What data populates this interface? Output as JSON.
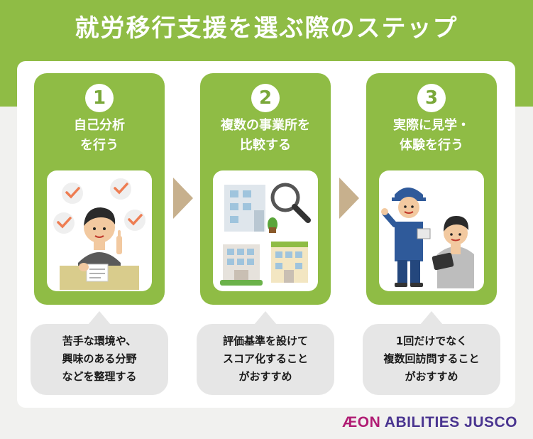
{
  "title": "就労移行支援を選ぶ際のステップ",
  "steps": [
    {
      "number": "1",
      "title_lines": [
        "自己分析",
        "を行う"
      ],
      "illustration": "self-analysis-illustration",
      "bubble_lines": [
        "苦手な環境や、",
        "興味のある分野",
        "などを整理する"
      ]
    },
    {
      "number": "2",
      "title_lines": [
        "複数の事業所を",
        "比較する"
      ],
      "illustration": "compare-offices-illustration",
      "bubble_lines": [
        "評価基準を設けて",
        "スコア化すること",
        "がおすすめ"
      ]
    },
    {
      "number": "3",
      "title_lines": [
        "実際に見学・",
        "体験を行う"
      ],
      "illustration": "visit-trial-illustration",
      "bubble_lines": [
        "1回だけでなく",
        "複数回訪問すること",
        "がおすすめ"
      ]
    }
  ],
  "logo": {
    "aeon": "ÆON",
    "rest": " ABILITIES JUSCO"
  },
  "colors": {
    "green": "#8fbc45",
    "arrow": "#c7b08d",
    "bubble": "#e6e6e6",
    "logo_magenta": "#b01c73",
    "logo_purple": "#4a3590"
  }
}
